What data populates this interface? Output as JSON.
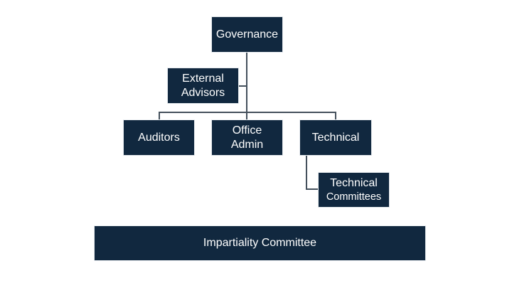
{
  "nodes": {
    "governance": "Governance",
    "external_advisors": "External\nAdvisors",
    "auditors": "Auditors",
    "office_admin": "Office\nAdmin",
    "technical": "Technical",
    "technical_committees_1": "Technical",
    "technical_committees_2": "Committees",
    "impartiality_committee": "Impartiality Committee"
  },
  "colors": {
    "box": "#11283f",
    "line": "#44505c"
  }
}
